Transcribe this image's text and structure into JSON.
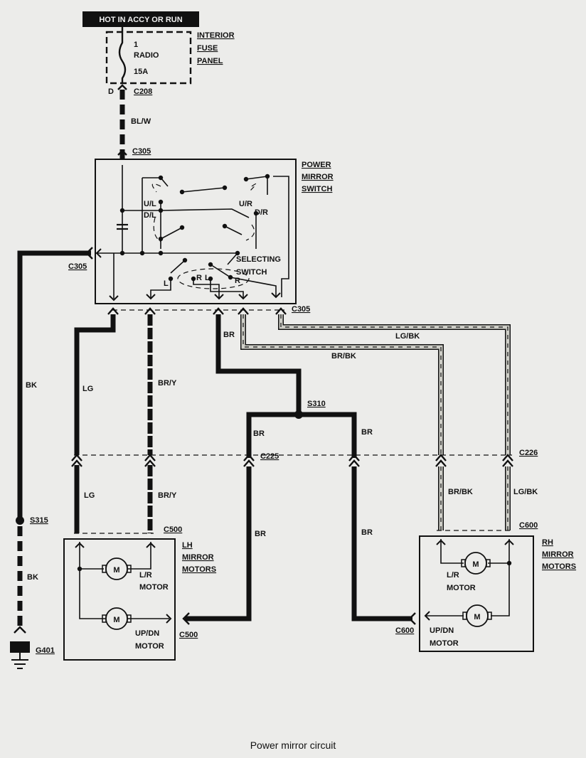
{
  "caption": "Power mirror circuit",
  "header": "HOT IN ACCY OR RUN",
  "fuse_panel": {
    "lines": [
      "INTERIOR",
      "FUSE",
      "PANEL"
    ],
    "fuse_number": "1",
    "fuse_name": "RADIO",
    "fuse_rating": "15A",
    "terminal": "D"
  },
  "switch": {
    "title_lines": [
      "POWER",
      "MIRROR",
      "SWITCH"
    ],
    "ul": "U/L",
    "dl": "D/L",
    "ur": "U/R",
    "dr": "D/R",
    "selecting_lines": [
      "SELECTING",
      "SWITCH"
    ],
    "l1": "L",
    "r1": "R",
    "l2": "L",
    "r2": "R"
  },
  "connectors": {
    "c208": "C208",
    "c305_top": "C305",
    "c305_left": "C305",
    "c305_bottom": "C305",
    "c225": "C225",
    "c226": "C226",
    "c500_top": "C500",
    "c500_bottom": "C500",
    "c600_top": "C600",
    "c600_bottom": "C600"
  },
  "splices": {
    "s310": "S310",
    "s315": "S315"
  },
  "ground": "G401",
  "wires": {
    "blw": "BL/W",
    "bk_upper": "BK",
    "bk_lower": "BK",
    "lg_upper": "LG",
    "lg_lower": "LG",
    "bry_upper": "BR/Y",
    "bry_lower": "BR/Y",
    "br_top": "BR",
    "br_left": "BR",
    "br_right": "BR",
    "br_left_lower": "BR",
    "br_right_lower": "BR",
    "lgbk_upper": "LG/BK",
    "lgbk_lower": "LG/BK",
    "brbk_upper": "BR/BK",
    "brbk_lower": "BR/BK"
  },
  "lh_motors": {
    "title_lines": [
      "LH",
      "MIRROR",
      "MOTORS"
    ],
    "motor_symbol": "M",
    "lr_lines": [
      "L/R",
      "MOTOR"
    ],
    "updn_lines": [
      "UP/DN",
      "MOTOR"
    ]
  },
  "rh_motors": {
    "title_lines": [
      "RH",
      "MIRROR",
      "MOTORS"
    ],
    "motor_symbol": "M",
    "lr_lines": [
      "L/R",
      "MOTOR"
    ],
    "updn_lines": [
      "UP/DN",
      "MOTOR"
    ]
  }
}
